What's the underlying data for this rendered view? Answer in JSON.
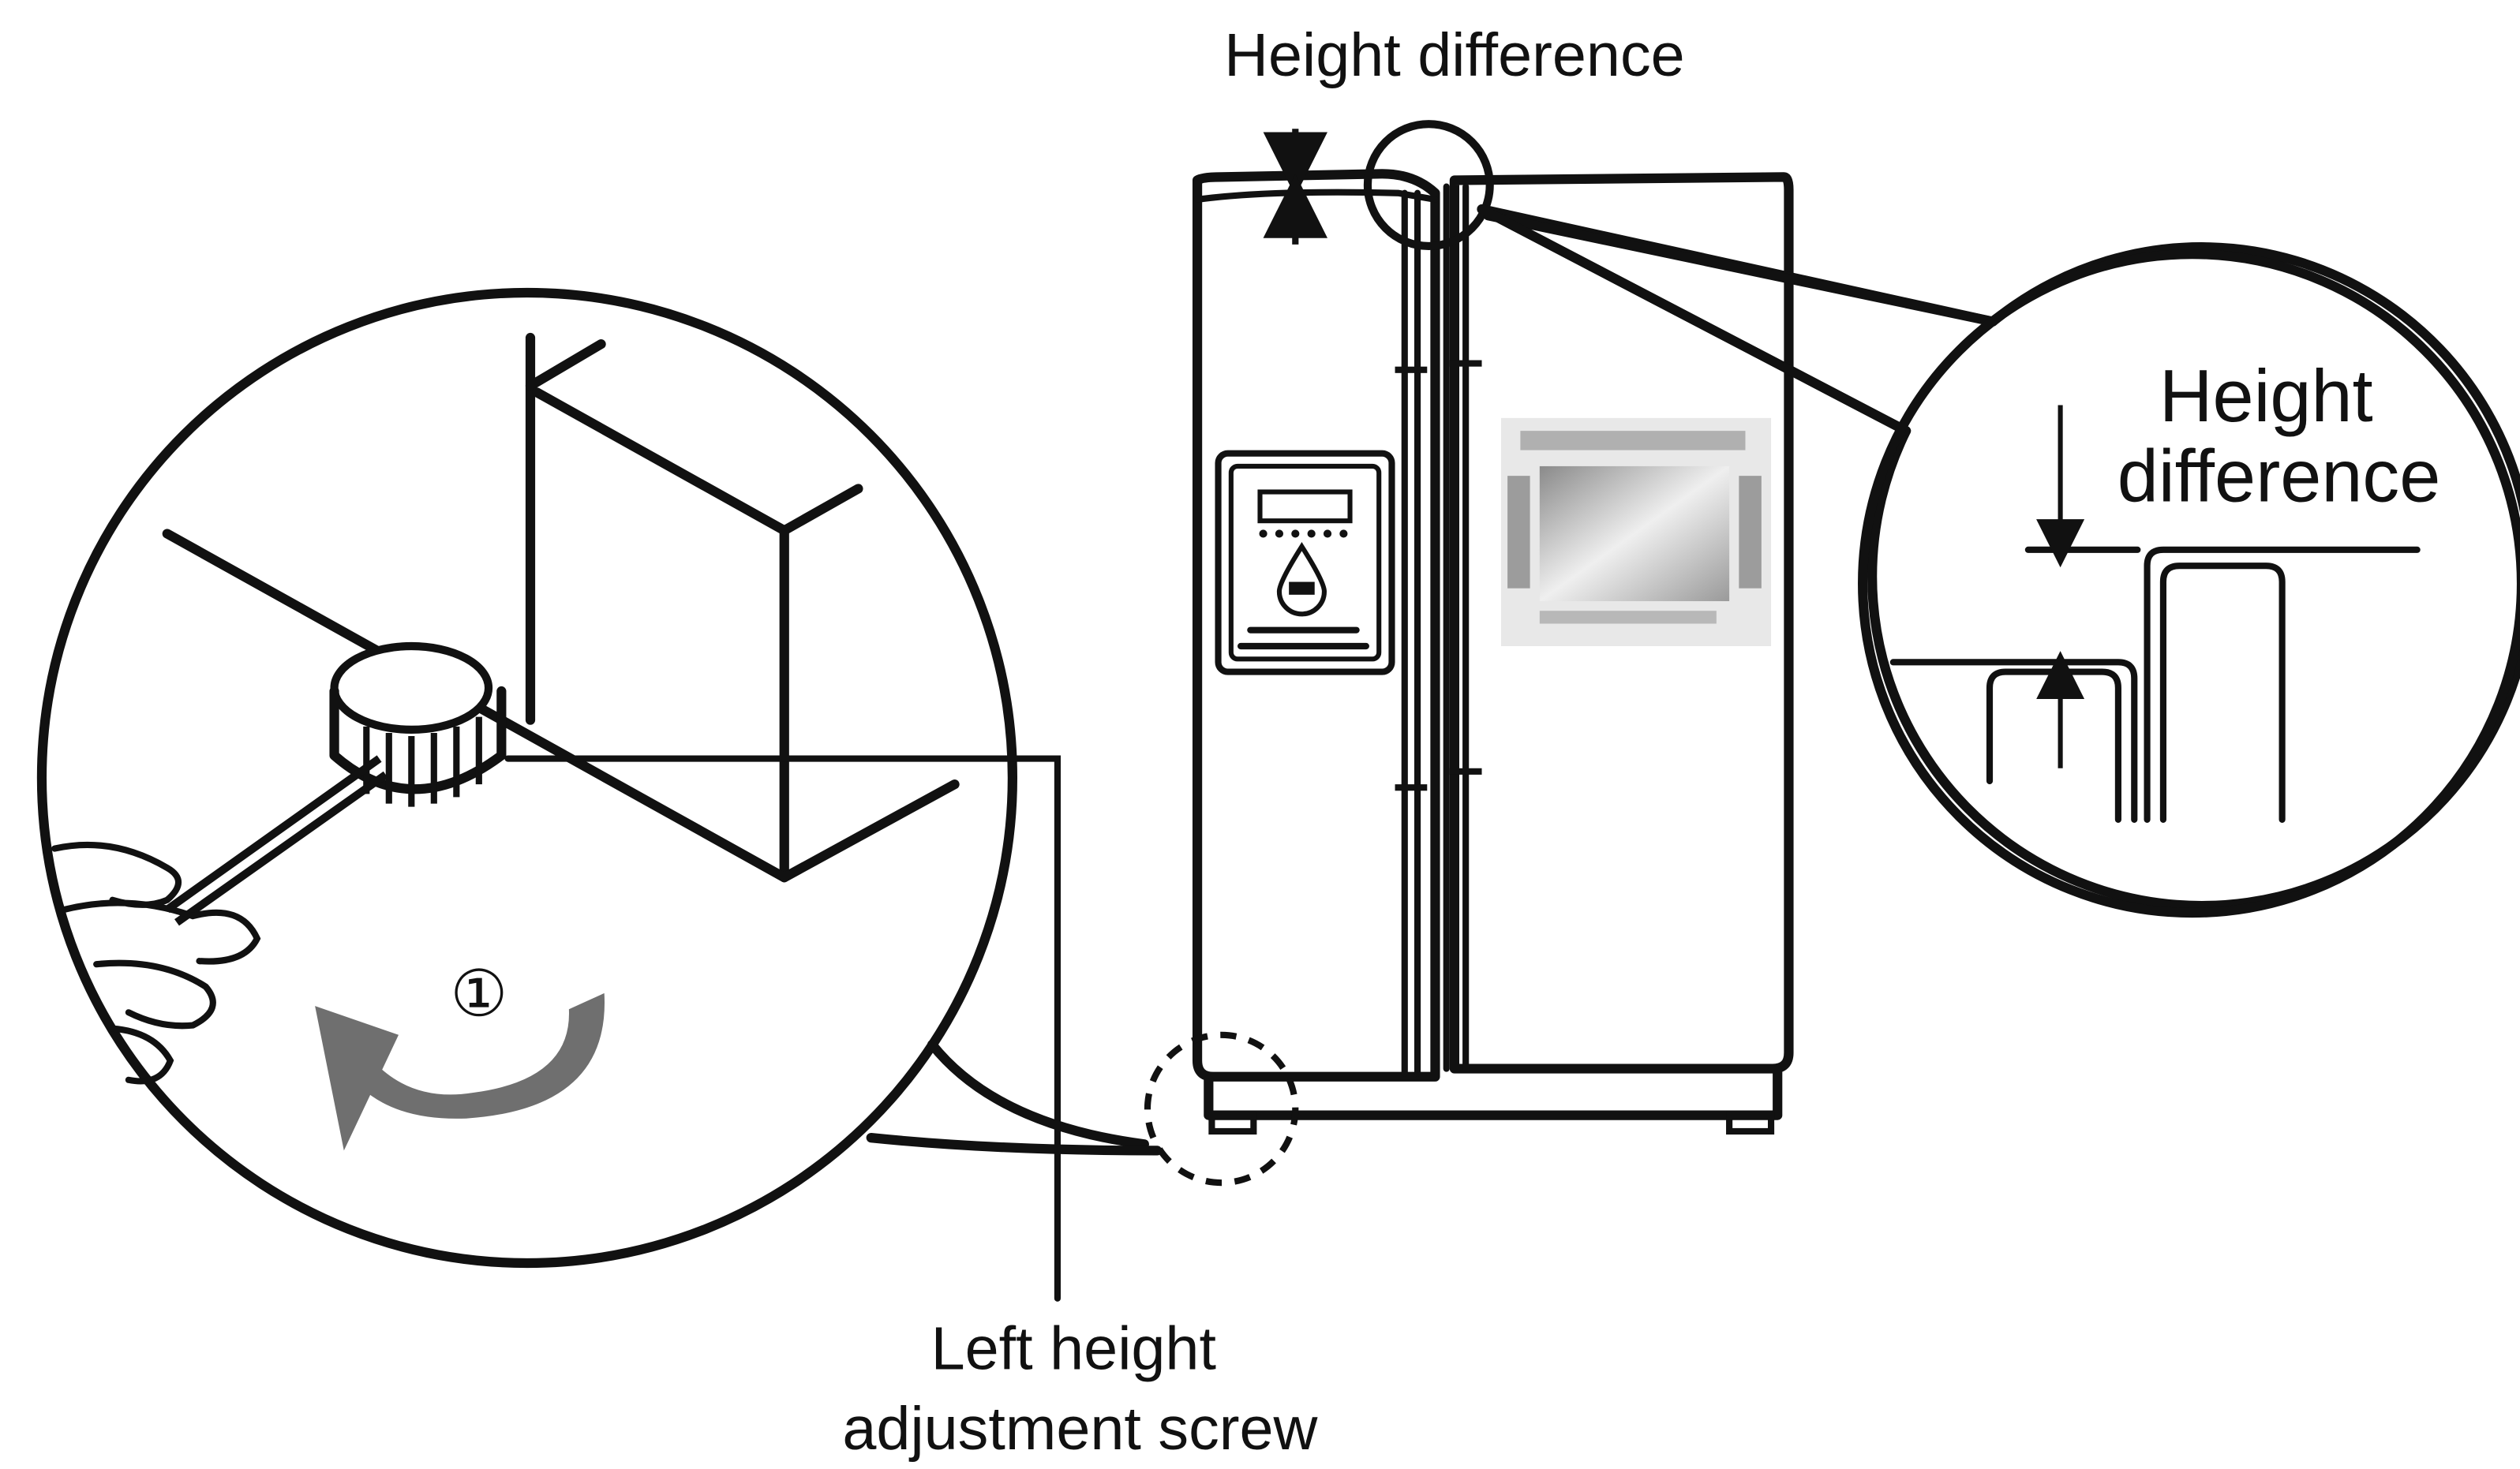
{
  "labels": {
    "top_height_difference": "Height difference",
    "callout_height": "Height",
    "callout_difference": "difference",
    "screw_line1": "Left height",
    "screw_line2": "adjustment screw",
    "step_number": "①"
  },
  "colors": {
    "line": "#111111",
    "arrow_fill": "#6f6f6f",
    "panel_grey": "#c9c9c9",
    "background": "#ffffff"
  },
  "icons": {
    "rotation_arrow": "counterclockwise-arrow-icon",
    "water_drop": "water-drop-icon",
    "hand": "hand-icon",
    "screwdriver": "screwdriver-icon"
  }
}
